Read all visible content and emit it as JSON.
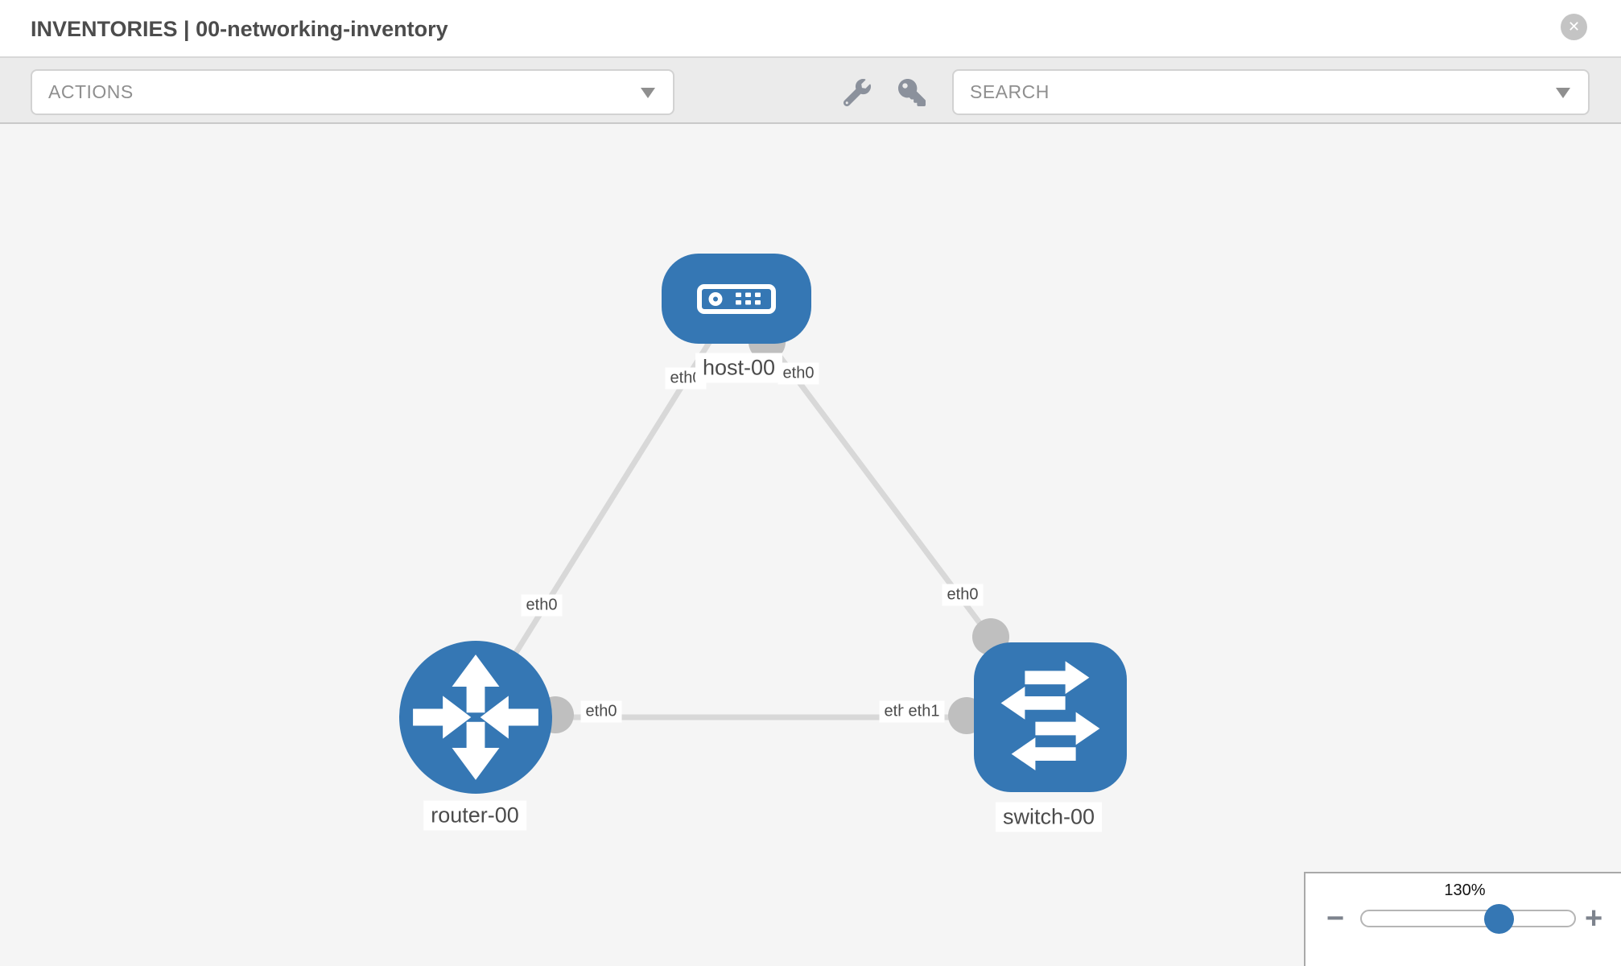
{
  "header": {
    "title": "INVENTORIES | 00-networking-inventory",
    "close_icon": "✕"
  },
  "toolbar": {
    "actions_dropdown": {
      "value": "ACTIONS"
    },
    "search_dropdown": {
      "placeholder": "SEARCH"
    },
    "icons": [
      "wrench-icon",
      "key-icon"
    ]
  },
  "topology": {
    "nodes": [
      {
        "id": "host-00",
        "type": "host",
        "label": "host-00"
      },
      {
        "id": "router-00",
        "type": "router",
        "label": "router-00"
      },
      {
        "id": "switch-00",
        "type": "switch",
        "label": "switch-00"
      }
    ],
    "links": [
      {
        "source": "host-00",
        "target": "router-00"
      },
      {
        "source": "host-00",
        "target": "switch-00"
      },
      {
        "source": "router-00",
        "target": "switch-00"
      }
    ],
    "interface_labels": [
      {
        "link": "host-00|router-00",
        "end": "host-00",
        "text": "eth0"
      },
      {
        "link": "host-00|switch-00",
        "end": "host-00",
        "text": "eth0"
      },
      {
        "link": "host-00|router-00",
        "end": "router-00",
        "text": "eth0"
      },
      {
        "link": "host-00|switch-00",
        "end": "switch-00",
        "text": "eth0"
      },
      {
        "link": "router-00|switch-00",
        "end": "router-00",
        "text": "eth0"
      },
      {
        "link": "router-00|switch-00",
        "end": "switch-00",
        "text": "eth0"
      },
      {
        "link": "router-00|switch-00",
        "end": "switch-00",
        "text": "eth1"
      }
    ]
  },
  "zoom_control": {
    "percent": "130%",
    "value": 130,
    "minus_icon": "−",
    "plus_icon": "+"
  },
  "colors": {
    "node_blue": "#3577b4",
    "link_gray": "#d8d8d8",
    "endpoint_gray": "#bfbfbf",
    "icon_gray": "#8b919c",
    "toolbar_bg": "#ebebeb",
    "canvas_bg": "#f5f5f5"
  }
}
